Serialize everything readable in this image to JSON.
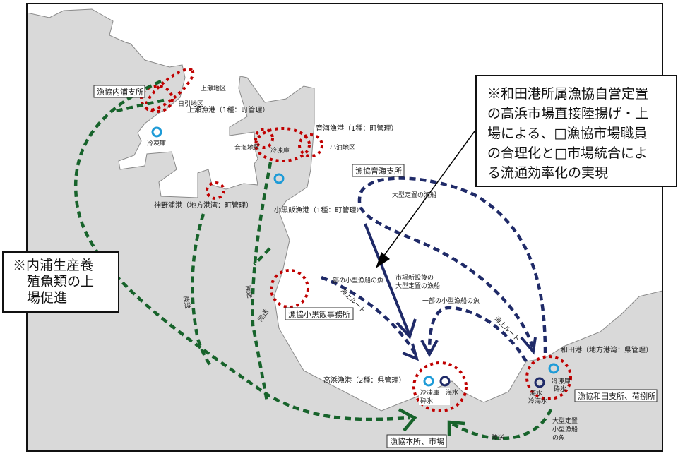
{
  "colors": {
    "land": "#d9d9d9",
    "sea": "#ffffff",
    "port_circle": "#c00000",
    "land_route": "#17632b",
    "sea_route": "#1f2a68",
    "freezer": "#1e9bd7",
    "seawater": "#1f2a68"
  },
  "offices": {
    "uchiura": "漁協内浦支所",
    "otomi": "漁協音海支所",
    "oguryu": "漁協小黒飯事務所",
    "wada": "漁協和田支所、荷捌所",
    "honsho": "漁協本所、市場"
  },
  "ports": {
    "kouze": "上瀬漁港（1種：町管理）",
    "kouze_area": "上瀬地区",
    "hibiki_area": "日引地区",
    "otomi": "音海漁港（1種：町管理）",
    "otomi_area": "音海地区",
    "kodomari_area": "小泊地区",
    "kounoura": "神野浦港（地方港湾：町管理）",
    "oguryu": "小黒飯漁港（1種：町管理）",
    "takahama": "高浜漁港（2種：県管理）",
    "wada": "和田港（地方港湾：県管理）"
  },
  "facilities": {
    "freezer": "冷凍庫",
    "freezer_ice_1": "冷凍庫",
    "freezer_ice_2": "砕氷",
    "seawater": "海水",
    "wada_freezer_1": "冷凍庫",
    "wada_freezer_2": "砕氷",
    "wada_sea_1": "海水",
    "wada_sea_2": "冷海水"
  },
  "routes": {
    "land_transport": "陸送",
    "sea_route": "海上ルート",
    "small_boat_fish": "一部の小型漁船の魚",
    "large_net_boat": "大型定置の漁船",
    "new_market_1": "市場新設後の",
    "new_market_2": "大型定置の漁船",
    "wada_fish_1": "大型定置",
    "wada_fish_2": "小型漁船",
    "wada_fish_3": "の魚"
  },
  "callouts": {
    "left": [
      "※内浦生産養",
      "殖魚類の上",
      "場促進"
    ],
    "right": [
      "※和田港所属漁協自営定置",
      "の高浜市場直接陸揚げ・上",
      "場による、□漁協市場職員",
      "の合理化と□市場統合によ",
      "る流通効率化の実現"
    ]
  }
}
